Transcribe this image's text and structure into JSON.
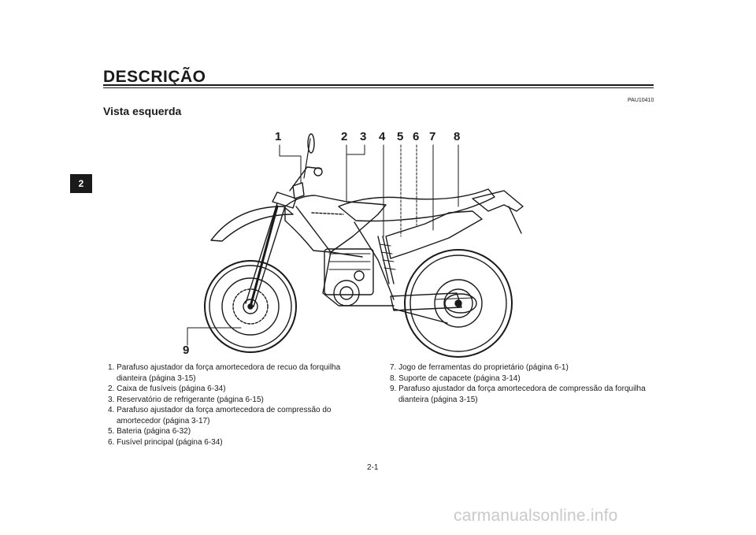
{
  "header": {
    "title": "DESCRIÇÃO",
    "chapter_tab": "2"
  },
  "section": {
    "code": "PAU10410",
    "subtitle": "Vista esquerda"
  },
  "diagram": {
    "callouts": [
      {
        "num": "1"
      },
      {
        "num": "2"
      },
      {
        "num": "3"
      },
      {
        "num": "4"
      },
      {
        "num": "5"
      },
      {
        "num": "6"
      },
      {
        "num": "7"
      },
      {
        "num": "8"
      },
      {
        "num": "9"
      }
    ]
  },
  "parts_left": [
    "1. Parafuso ajustador da força amortecedora de recuo da forquilha dianteira (página 3-15)",
    "2. Caixa de fusíveis (página 6-34)",
    "3. Reservatório de refrigerante (página 6-15)",
    "4. Parafuso ajustador da força amortecedora de compressão do amortecedor (página 3-17)",
    "5. Bateria (página 6-32)",
    "6. Fusível principal (página 6-34)"
  ],
  "parts_right": [
    "7. Jogo de ferramentas do proprietário (página 6-1)",
    "8. Suporte de capacete (página 3-14)",
    "9. Parafuso ajustador da força amortecedora de compressão da forquilha dianteira (página 3-15)"
  ],
  "footer": {
    "page": "2-1",
    "watermark": "carmanualsonline.info"
  }
}
